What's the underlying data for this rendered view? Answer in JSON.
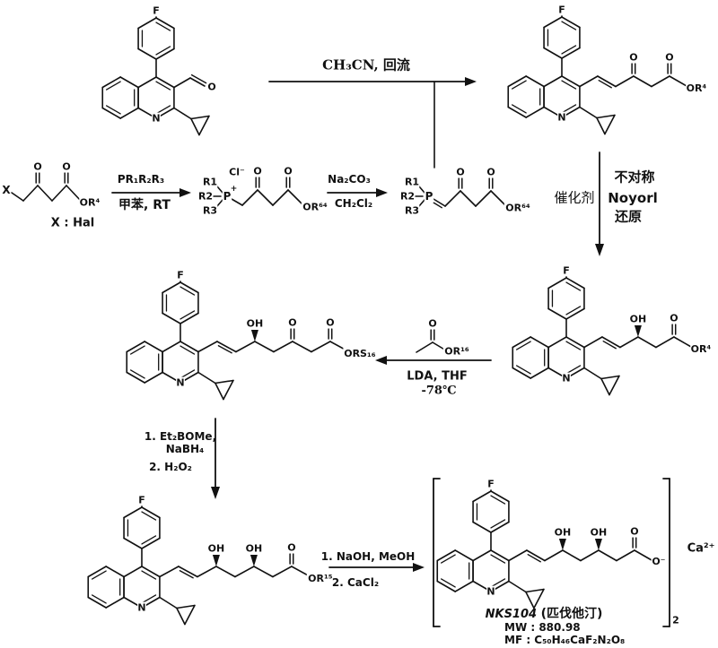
{
  "page": {
    "bg": "#ffffff",
    "ink": "#111111"
  },
  "atoms": {
    "F": "F",
    "N": "N",
    "O": "O",
    "OH": "OH",
    "O_minus": "O⁻",
    "P": "P",
    "plus": "+",
    "Cl_minus": "Cl⁻",
    "R1": "R1",
    "R2": "R2",
    "R3": "R3",
    "X": "X",
    "OR4": "OR⁴",
    "OR64": "OR⁶⁴",
    "OR16": "OR¹⁶",
    "ORS16": "ORS₁₆",
    "OR15": "OR¹⁵"
  },
  "steps": {
    "step1_reagent": "CH₃CN, 回流",
    "step2_above": "PR₁R₂R₃",
    "step2_below": "甲苯, RT",
    "step3_above": "Na₂CO₃",
    "step3_below": "CH₂Cl₂",
    "catalyst": "催化剂",
    "noyori_line1": "不对称",
    "noyori_line2": "Noyorl",
    "noyori_line3": "还原",
    "aldol_below1": "LDA, THF",
    "aldol_below2": "-78℃",
    "reduction_line1": "1. Et₂BOMe,",
    "reduction_line2": "NaBH₄",
    "reduction_line3": "2. H₂O₂",
    "saponify_above": "1. NaOH, MeOH",
    "saponify_below": "2. CaCl₂",
    "x_hal": "X : Hal"
  },
  "product": {
    "name": "NKS104",
    "name_cn": "(匹伐他汀)",
    "mw": "MW :  880.98",
    "mf": "MF :  C₅₀H₄₆CaF₂N₂O₈",
    "counter_ion": "Ca²⁺",
    "bracket_subscript": "2"
  }
}
